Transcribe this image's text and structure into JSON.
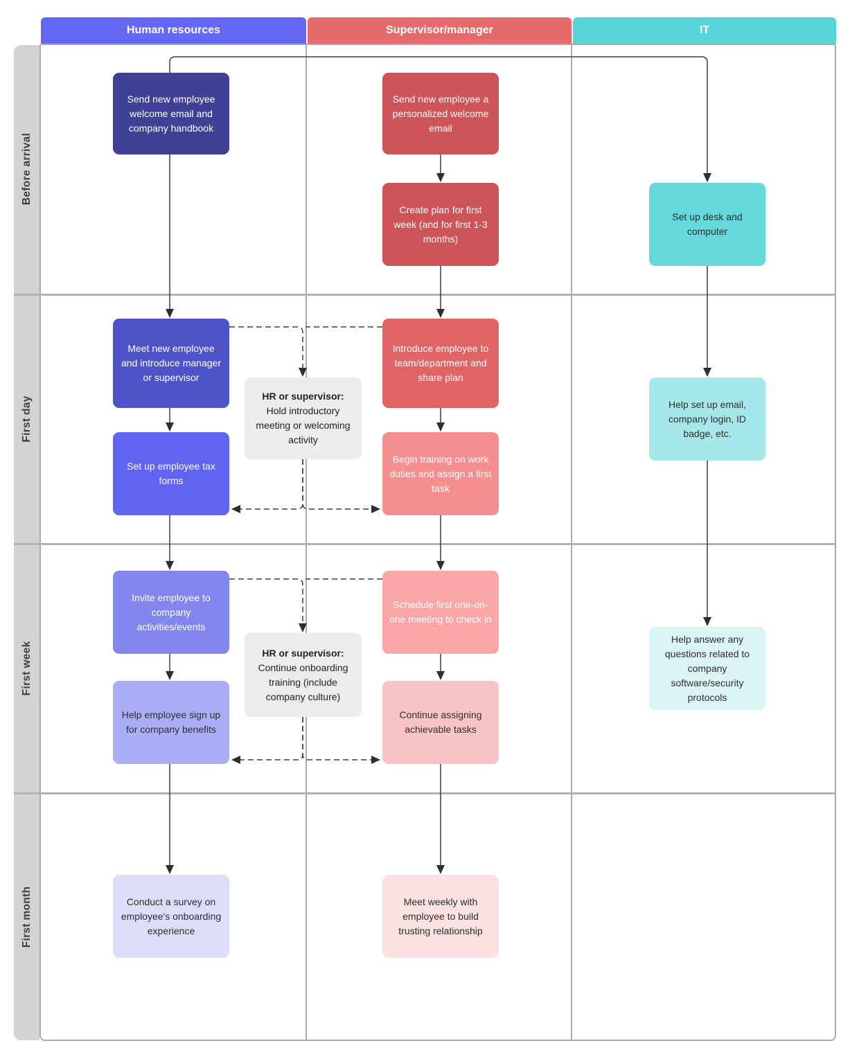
{
  "lanes": [
    {
      "label": "Human resources",
      "color": "#6467f5"
    },
    {
      "label": "Supervisor/manager",
      "color": "#e56a6c"
    },
    {
      "label": "IT",
      "color": "#58d5d8"
    }
  ],
  "phases": [
    {
      "label": "Before arrival"
    },
    {
      "label": "First day"
    },
    {
      "label": "First week"
    },
    {
      "label": "First month"
    }
  ],
  "nodes": [
    {
      "lane": "Human resources",
      "phase": "Before arrival",
      "label": "Send new employee welcome email and company handbook",
      "bg": "#3e4195",
      "fg": "#ffffff"
    },
    {
      "lane": "Human resources",
      "phase": "First day",
      "label": "Meet new employee and introduce manager or supervisor",
      "bg": "#4f53c8",
      "fg": "#ffffff"
    },
    {
      "lane": "Human resources",
      "phase": "First day",
      "label": "Set up employee tax forms",
      "bg": "#6064f0",
      "fg": "#ffffff"
    },
    {
      "lane": "Human resources",
      "phase": "First week",
      "label": "Invite employee to company activities/events",
      "bg": "#8287ee",
      "fg": "#ffffff"
    },
    {
      "lane": "Human resources",
      "phase": "First week",
      "label": "Help employee sign up for company benefits",
      "bg": "#abaef6",
      "fg": "#2e2e2e"
    },
    {
      "lane": "Human resources",
      "phase": "First month",
      "label": "Conduct a survey on employee's onboarding experience",
      "bg": "#dcddf9",
      "fg": "#2e2e2e"
    },
    {
      "lane": "Supervisor/manager",
      "phase": "Before arrival",
      "label": "Send new employee a personalized welcome email",
      "bg": "#cd5458",
      "fg": "#ffffff"
    },
    {
      "lane": "Supervisor/manager",
      "phase": "Before arrival",
      "label": "Create plan for first week (and for first 1-3 months)",
      "bg": "#cd5458",
      "fg": "#ffffff"
    },
    {
      "lane": "Supervisor/manager",
      "phase": "First day",
      "label": "Introduce employee to team/department and share plan",
      "bg": "#e06366",
      "fg": "#ffffff"
    },
    {
      "lane": "Supervisor/manager",
      "phase": "First day",
      "label": "Begin training on work duties and assign a first task",
      "bg": "#f58e8e",
      "fg": "#ffffff"
    },
    {
      "lane": "Supervisor/manager",
      "phase": "First week",
      "label": "Schedule first one-on-one meeting to check in",
      "bg": "#f8a6a6",
      "fg": "#ffffff"
    },
    {
      "lane": "Supervisor/manager",
      "phase": "First week",
      "label": "Continue assigning achievable tasks",
      "bg": "#fac4c4",
      "fg": "#2e2e2e"
    },
    {
      "lane": "Supervisor/manager",
      "phase": "First month",
      "label": "Meet weekly with employee to build trusting relationship",
      "bg": "#fbe1e1",
      "fg": "#2e2e2e"
    },
    {
      "lane": "IT",
      "phase": "Before arrival",
      "label": "Set up desk and computer",
      "bg": "#64d8db",
      "fg": "#2e2e2e"
    },
    {
      "lane": "IT",
      "phase": "First day",
      "label": "Help set up email, company login, ID badge, etc.",
      "bg": "#a6e8ea",
      "fg": "#2e2e2e"
    },
    {
      "lane": "IT",
      "phase": "First week",
      "label": "Help answer any questions related to company software/security protocols",
      "bg": "#dbf4f4",
      "fg": "#2e2e2e"
    }
  ],
  "notes": [
    {
      "bold": "HR or supervisor:",
      "text": "Hold introductory meeting or welcoming activity",
      "bg": "#ececec",
      "fg": "#222222"
    },
    {
      "bold": "HR or supervisor:",
      "text": "Continue onboarding training (include company culture)",
      "bg": "#ececec",
      "fg": "#222222"
    }
  ]
}
